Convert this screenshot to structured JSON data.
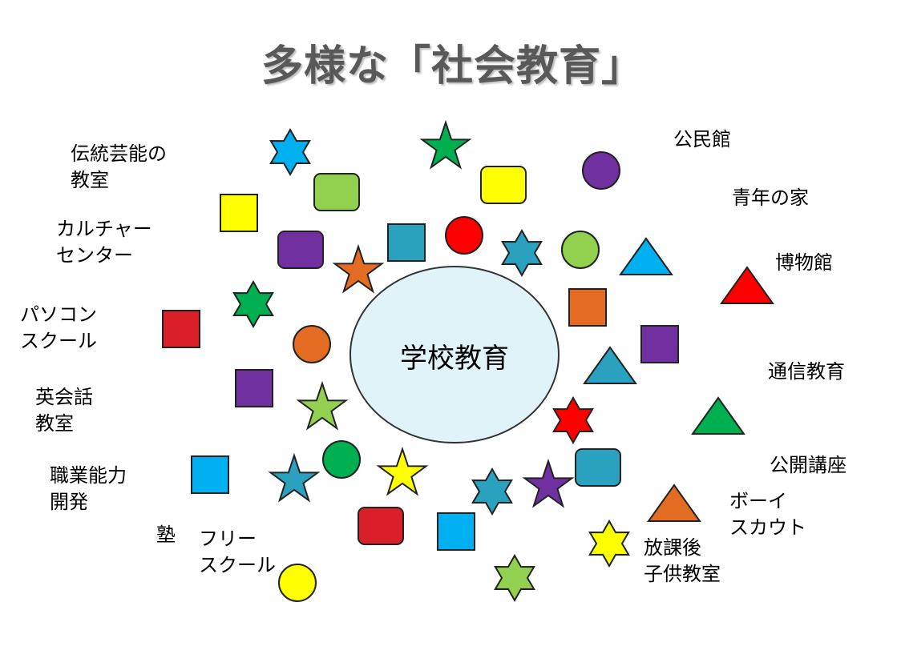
{
  "title": "多様な「社会教育」",
  "center": "学校教育",
  "labels": {
    "dentou_1": "伝統芸能の",
    "dentou_2": "教室",
    "culture_1": "カルチャー",
    "culture_2": "センター",
    "pc_1": "パソコン",
    "pc_2": "スクール",
    "eikaiwa_1": "英会話",
    "eikaiwa_2": "教室",
    "shokugyou_1": "職業能力",
    "shokugyou_2": "開発",
    "juku": "塾",
    "free_1": "フリー",
    "free_2": "スクール",
    "kominkan": "公民館",
    "seinen": "青年の家",
    "hakubutsukan": "博物館",
    "tsushin": "通信教育",
    "kokai": "公開講座",
    "boy_1": "ボーイ",
    "boy_2": "スカウト",
    "houkago_1": "放課後",
    "houkago_2": "子供教室"
  },
  "colors": {
    "blue": "#00b0f0",
    "green": "#00b050",
    "lightgreen": "#92d050",
    "yellow": "#ffff00",
    "purple": "#7030a0",
    "teal": "#2aa1bf",
    "red": "#ff0000",
    "darkred": "#d9202a",
    "orange": "#e46c22",
    "ellipse": "#dff3f9"
  }
}
